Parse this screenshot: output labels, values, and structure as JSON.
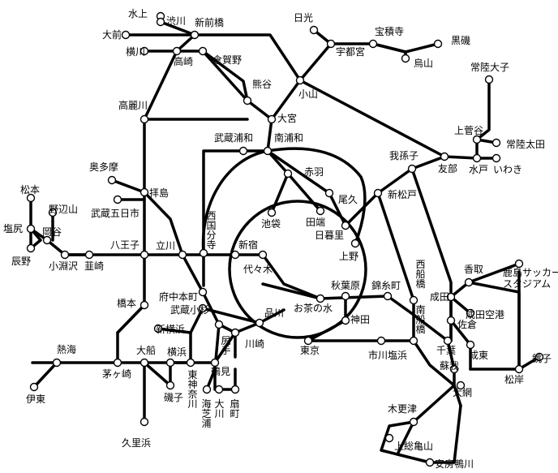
{
  "stations": {
    "mizukami": "水上",
    "shibukawa": "渋川",
    "shinmaebashi": "新前橋",
    "omae": "大前",
    "yokokawa": "横川",
    "takasaki": "高崎",
    "kuragano": "倉賀野",
    "kumagaya": "熊谷",
    "nikko": "日光",
    "utsunomiya": "宇都宮",
    "hoshakuji": "宝積寺",
    "kuroiso": "黒磯",
    "karasuyama": "烏山",
    "oyama": "小山",
    "takasakimae": "高麗川",
    "omiya": "大宮",
    "musashiurawa": "武蔵浦和",
    "minamiurawa": "南浦和",
    "hitachiota_ko": "常陸大子",
    "kamisugaya": "上菅谷",
    "hitachiota": "常陸太田",
    "abiko": "我孫子",
    "tomobe": "友部",
    "mito": "水戸",
    "iwaki": "いわき",
    "okutama": "奥多摩",
    "akabane": "赤羽",
    "haijima": "拝島",
    "musashiitsukaichi": "武蔵五日市",
    "oku": "尾久",
    "shinmatsudo": "新松戸",
    "matsumoto": "松本",
    "nobeyama": "野辺山",
    "ikebukuro": "池袋",
    "tabata": "田端",
    "nippori": "日暮里",
    "shiojiri": "塩尻",
    "okaya": "岡谷",
    "tatsuno": "辰野",
    "kobuchizawa": "小淵沢",
    "nirasaki": "韮崎",
    "hachioji": "八王子",
    "tachikawa": "立川",
    "nishikokubunji": "西国分寺",
    "shinjuku": "新宿",
    "ueno": "上野",
    "yoyogi": "代々木",
    "nishifunabashi": "西船橋",
    "katori": "香取",
    "kashimasoccer": "鹿島サッカー",
    "stadium": "スタジアム",
    "akihabara": "秋葉原",
    "kinshicho": "錦糸町",
    "narita": "成田",
    "hashimoto": "橋本",
    "fuchuhommachi": "府中本町",
    "ochanomizu": "お茶の水",
    "naritaairport": "成田空港",
    "musashikosugi": "武蔵小杉",
    "shinagawa": "品川",
    "kanda": "神田",
    "minamifunabashi": "南船橋",
    "sakura": "佐倉",
    "shinyokohama": "新横浜",
    "tsurumi_label": "尻手",
    "kawasaki": "川崎",
    "tokyo": "東京",
    "ichikawashiohama": "市川塩浜",
    "chiba": "千葉",
    "choshi": "銚子",
    "atami": "熱海",
    "ofuna": "大船",
    "yokohama": "横浜",
    "chigasaki": "茅ヶ崎",
    "higashikanagawa": "東神奈川",
    "tsurumi": "鶴見",
    "soga": "蘇我",
    "naruto": "成東",
    "isogo": "磯子",
    "oami": "大網",
    "matsugishi": "松岸",
    "ito": "伊東",
    "umishibaura": "海芝浦",
    "okawa": "大川",
    "ogimachi": "扇町",
    "kisarazu": "木更津",
    "kazusakameyama": "上総亀山",
    "kurihama": "久里浜",
    "awakamogawa": "安房鴨川"
  }
}
